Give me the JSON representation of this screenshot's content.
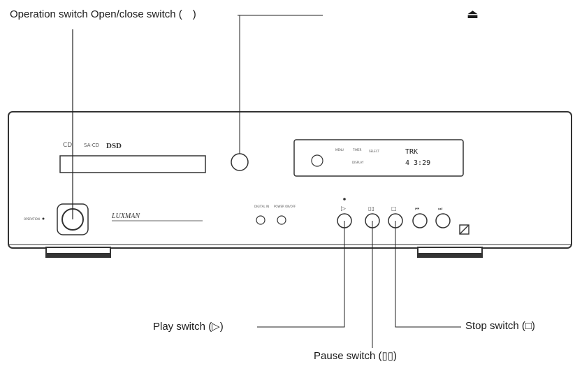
{
  "callouts": {
    "operation": "Operation switch Open/close switch ( )",
    "eject_symbol": "⏏",
    "play": "Play switch (▷)",
    "pause": "Pause switch (▯▯)",
    "stop": "Stop switch (□)"
  },
  "device": {
    "logos": {
      "cd": "CD",
      "sacd": "SA-CD",
      "dsd": "DSD"
    },
    "brand": "LUXMAN",
    "operation_label": "OPERATION",
    "display": {
      "line1": "TRK",
      "line2": "4  3:29"
    },
    "display_buttons": [
      "MENU",
      "TIMER",
      "SELECT",
      "DISPLAY"
    ],
    "small_buttons": [
      "DIGITAL IN",
      "POWER ON/OFF"
    ],
    "transport": [
      "▷",
      "▯▯",
      "□",
      "⏮",
      "⏭"
    ]
  },
  "colors": {
    "line": "#222222",
    "panel": "#333333",
    "text": "#1a1a1a"
  }
}
